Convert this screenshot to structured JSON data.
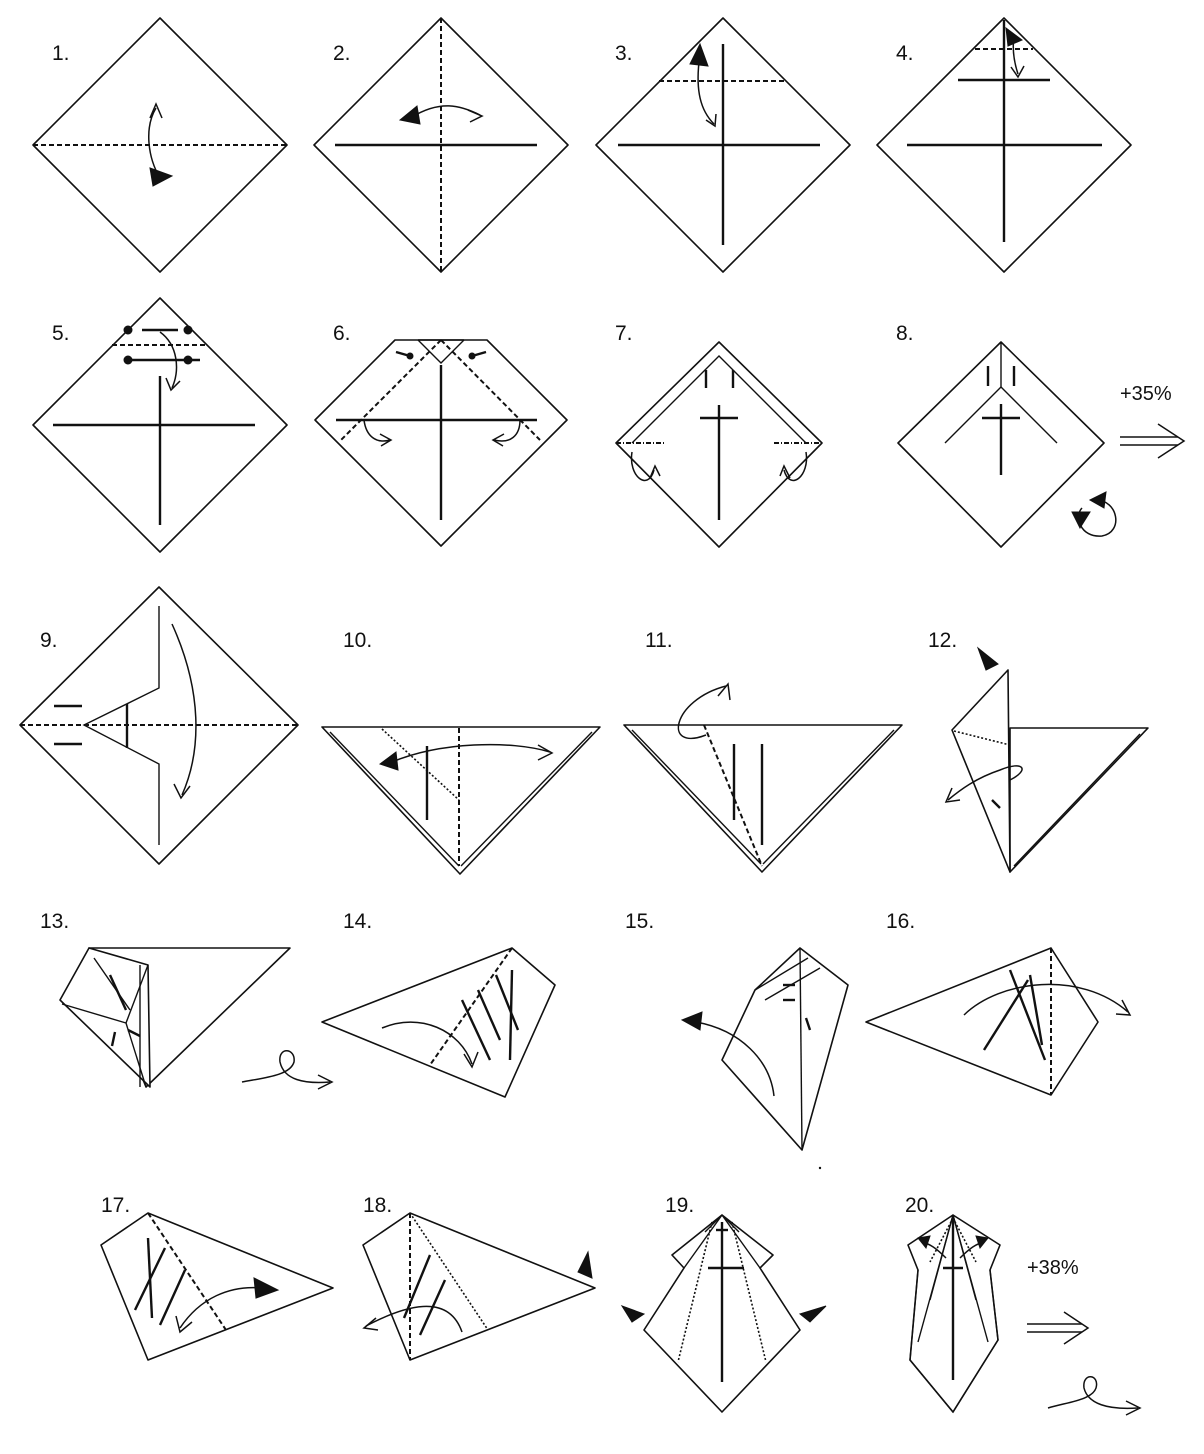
{
  "diagram": {
    "steps": [
      {
        "number": "1."
      },
      {
        "number": "2."
      },
      {
        "number": "3."
      },
      {
        "number": "4."
      },
      {
        "number": "5."
      },
      {
        "number": "6."
      },
      {
        "number": "7."
      },
      {
        "number": "8."
      },
      {
        "number": "9."
      },
      {
        "number": "10."
      },
      {
        "number": "11."
      },
      {
        "number": "12."
      },
      {
        "number": "13."
      },
      {
        "number": "14."
      },
      {
        "number": "15."
      },
      {
        "number": "16."
      },
      {
        "number": "17."
      },
      {
        "number": "18."
      },
      {
        "number": "19."
      },
      {
        "number": "20."
      }
    ],
    "scale_notes": [
      "+35%",
      "+38%"
    ],
    "colors": {
      "line": "#111111",
      "paper": "#ffffff"
    }
  }
}
